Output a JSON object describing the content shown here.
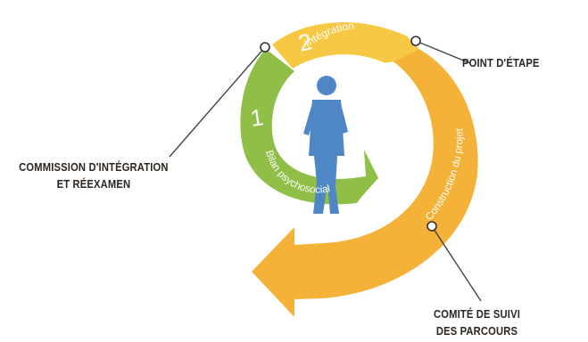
{
  "colors": {
    "green": "#8fbf46",
    "yellow": "#f7c843",
    "orange": "#f5b238",
    "person": "#4f86c6",
    "line": "#444444",
    "text": "#2b2622"
  },
  "stages": [
    {
      "number": "1",
      "label": "Bilan psychosocial"
    },
    {
      "number": "2",
      "label": "Intégration"
    },
    {
      "label": "Construction du projet"
    }
  ],
  "callouts": {
    "point_etape": "POINT D'ÉTAPE",
    "commission_line1": "COMMISSION D'INTÉGRATION",
    "commission_line2": "ET RÉEXAMEN",
    "comite_line1": "COMITÉ DE SUIVI",
    "comite_line2": "DES PARCOURS"
  },
  "icons": {
    "center": "person-silhouette-icon",
    "milestone": "milestone-marker-icon"
  }
}
